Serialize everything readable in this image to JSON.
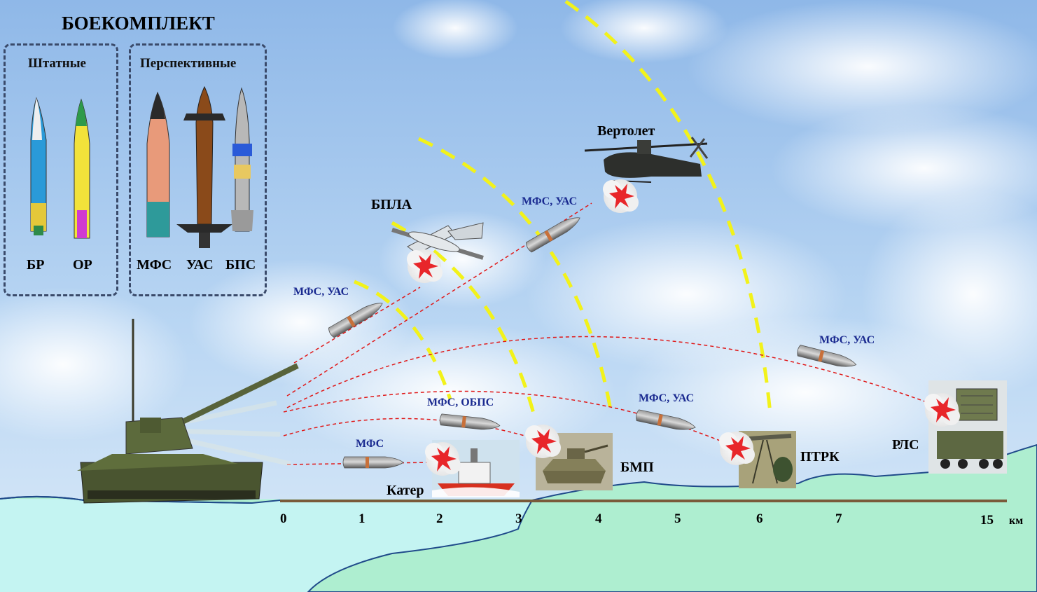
{
  "ammo_panel": {
    "title": "БОЕКОМПЛЕКТ",
    "standard": {
      "title": "Штатные",
      "rounds": [
        "БР",
        "ОР"
      ]
    },
    "prospective": {
      "title": "Перспективные",
      "rounds": [
        "МФС",
        "УАС",
        "БПС"
      ]
    }
  },
  "targets": {
    "helicopter": "Вертолет",
    "uav": "БПЛА",
    "boat": "Катер",
    "ifv": "БМП",
    "atgm": "ПТРК",
    "radar": "РЛС"
  },
  "ammo_labels": {
    "uav_shot": "МФС, УАС",
    "helicopter_shot": "МФС, УАС",
    "boat_shot": "МФС",
    "ifv_shot": "МФС, ОБПС",
    "atgm_shot": "МФС, УАС",
    "radar_shot": "МФС, УАС"
  },
  "range_scale": {
    "ticks": [
      "0",
      "1",
      "2",
      "3",
      "4",
      "5",
      "6",
      "7",
      "15"
    ],
    "unit": "км"
  },
  "colors": {
    "sky": "#a9cbef",
    "water": "#c4f4f2",
    "land": "#aeeed0",
    "trajectory": "#e01818",
    "kill_zone": "#f2f21a",
    "ground_line": "#7a5a3a",
    "ammo_text": "#1a2a90"
  }
}
